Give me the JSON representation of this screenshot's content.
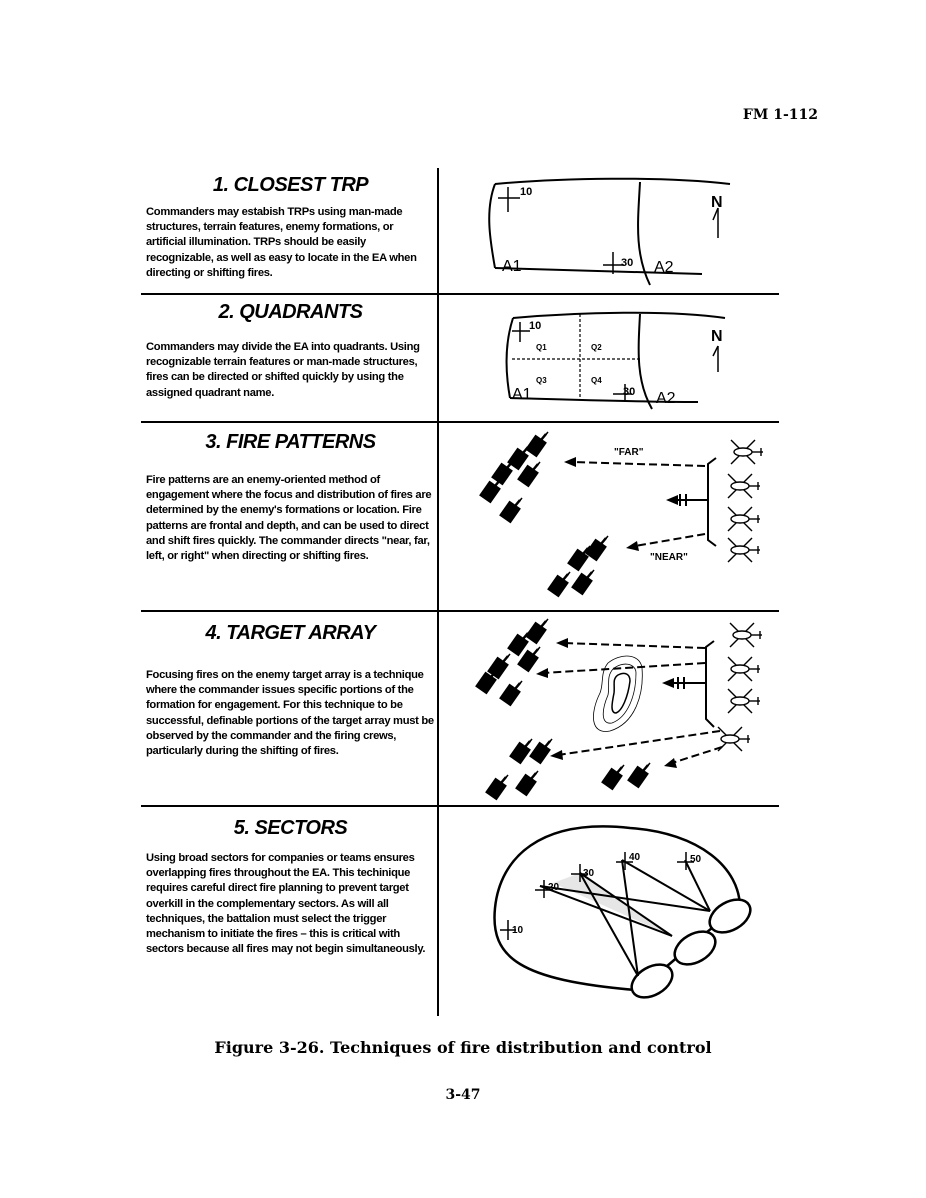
{
  "header": {
    "doc_id": "FM 1-112"
  },
  "sections": [
    {
      "title": "1. CLOSEST TRP",
      "body": "Commanders may estabish TRPs using man-made structures, terrain features, enemy formations, or artificial illumination. TRPs should be easily recognizable, as well as easy to locate in the EA when directing or shifting fires."
    },
    {
      "title": "2. QUADRANTS",
      "body": "Commanders may divide the EA into quadrants. Using recognizable terrain features or man-made structures, fires can be directed or shifted quickly by using the assigned quadrant name."
    },
    {
      "title": "3. FIRE PATTERNS",
      "body": "Fire patterns are an enemy-oriented method of engagement where the focus and distribution of fires are determined by the enemy's formations or location. Fire patterns are frontal and depth, and can be used to direct and shift fires quickly. The commander directs \"near, far, left, or right\" when directing or shifting fires."
    },
    {
      "title": "4. TARGET ARRAY",
      "body": "Focusing fires on the enemy target array is a technique where the commander issues specific portions of the formation for engagement. For this technique to be successful, definable portions of the target array must be observed by the commander and the firing crews, particularly during the shifting of fires."
    },
    {
      "title": "5. SECTORS",
      "body": "Using broad sectors for companies or teams ensures overlapping fires throughout the EA. This techinique requires careful direct fire planning to prevent target overkill in the complementary sectors. As will all techniques, the battalion must select the trigger mechanism to initiate the fires – this is critical with sectors because all fires may not begin simultaneously."
    }
  ],
  "diagrams": {
    "d1": {
      "trp_a": "10",
      "trp_b": "30",
      "area_left": "A1",
      "area_right": "A2",
      "north": "N"
    },
    "d2": {
      "trp_a": "10",
      "trp_b": "30",
      "area_left": "A1",
      "area_right": "A2",
      "north": "N",
      "quadrants": [
        "Q1",
        "Q2",
        "Q3",
        "Q4"
      ]
    },
    "d3": {
      "far_label": "\"FAR\"",
      "near_label": "\"NEAR\""
    },
    "d5": {
      "trps": [
        "10",
        "20",
        "30",
        "40",
        "50"
      ]
    }
  },
  "caption": "Figure 3-26. Techniques of fire distribution and control",
  "page_number": "3-47"
}
